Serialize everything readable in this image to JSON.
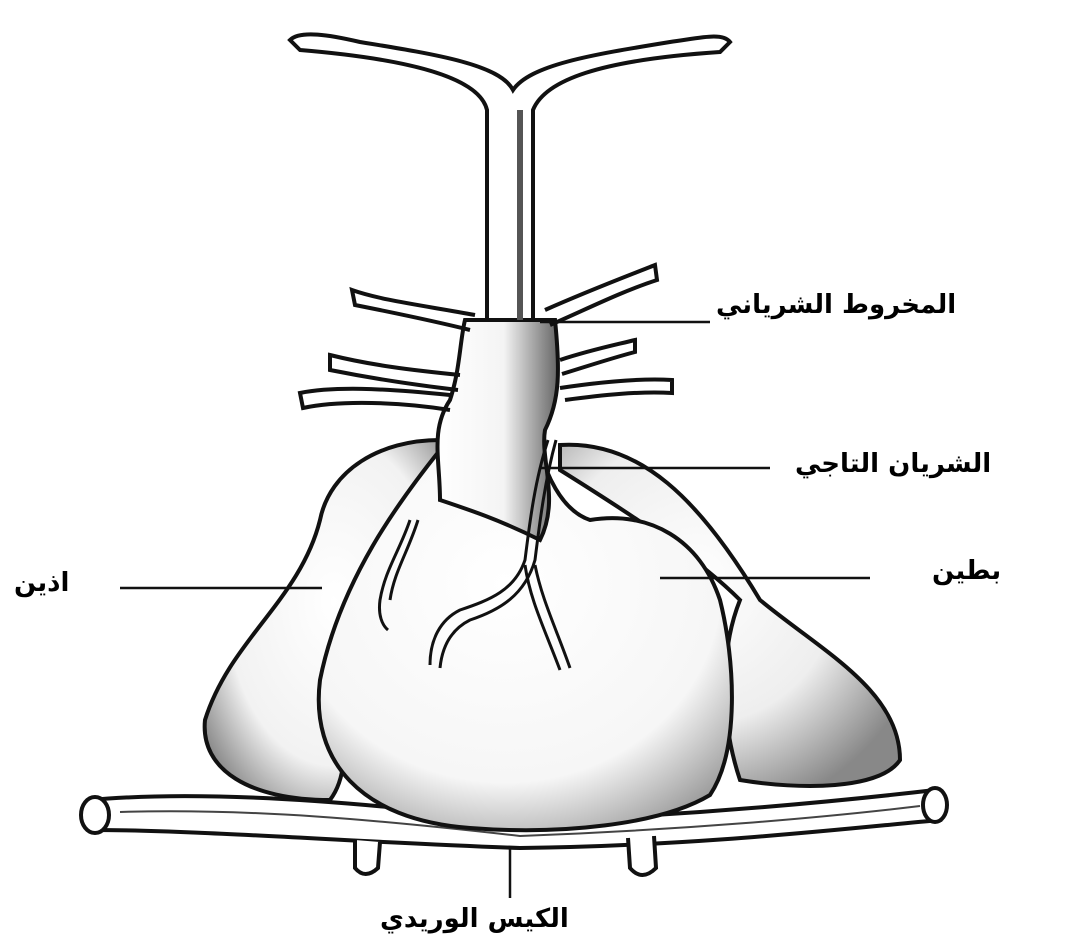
{
  "diagram": {
    "labels": {
      "conus_arteriosus": "المخروط الشرياني",
      "coronary_artery": "الشريان التاجي",
      "ventricle": "بطين",
      "atrium": "اذين",
      "sinus_venosus": "الكيس الوريدي"
    },
    "colors": {
      "line": "#111111",
      "shade": "#555555",
      "fill": "#ffffff"
    }
  }
}
